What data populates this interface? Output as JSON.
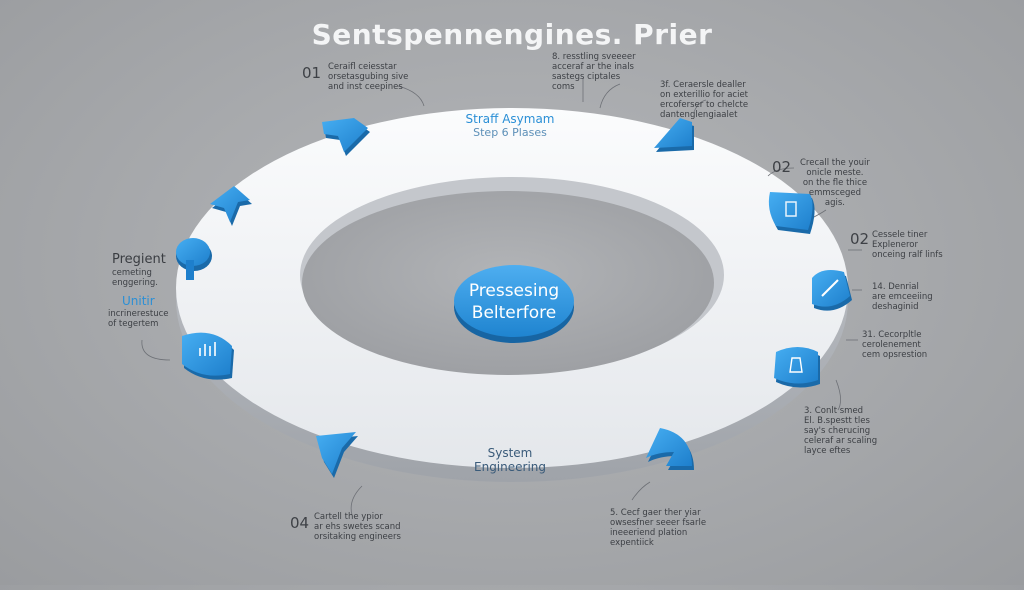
{
  "title": "Sentspennengines. Prier",
  "center": {
    "line1": "Pressesing",
    "line2": "Belterfore"
  },
  "ring_top": {
    "line1": "Straff Asymam",
    "line2": "Step 6 Plases"
  },
  "ring_bottom": {
    "line1": "System",
    "line2": "Engineering"
  },
  "left_block": {
    "heading": "Pregient",
    "sub": "cemeting\nenggering.",
    "heading2": "Unitir",
    "sub2": "incrinerestuce\nof tegertem"
  },
  "notes": [
    {
      "id": "n01",
      "num": "01",
      "text": "Ceraifl ceiesstar\norsetasgubing sive\nand inst ceepines"
    },
    {
      "id": "nTop",
      "num": "",
      "text": "8. resstling sveeeer\nacceraf ar the inals\nsastegs ciptales\ncoms"
    },
    {
      "id": "nTR",
      "num": "",
      "text": "3f. Ceraersle dealler\non exterillio for aciet\nercoferser to chelcte\ndantenglengiaalet"
    },
    {
      "id": "n02a",
      "num": "02",
      "text": "Crecall the youir\nonicle meste.\non the fle thice\nemmsceged\nagis."
    },
    {
      "id": "n02b",
      "num": "02",
      "text": "Cessele tiner\nExpleneror\nonceing ralf linfs"
    },
    {
      "id": "n14",
      "num": "",
      "text": "14. Denrial\nare emceeiing\ndeshaginid"
    },
    {
      "id": "n31",
      "num": "",
      "text": "31. Cecorpltle\ncerolenement\ncem opsrestion"
    },
    {
      "id": "n3",
      "num": "",
      "text": "3. Conlt smed\nEl. B.spestt tles\nsay's cherucing\nceleraf ar scaling\nlayce eftes"
    },
    {
      "id": "n04",
      "num": "04",
      "text": "Cartell the ypior\nar ehs swetes scand\norsitaking engineers"
    },
    {
      "id": "n5",
      "num": "",
      "text": "5. Cecf gaer ther yiar\nowsesfner seeer fsarle\nineeeriend plation\nexpentiick"
    }
  ],
  "icons": [
    "arrow-icon",
    "arrow-icon",
    "arrow-icon",
    "pin-icon",
    "arrow-icon",
    "chart-icon",
    "document-icon",
    "pen-icon",
    "flask-icon",
    "arrow-icon"
  ],
  "colors": {
    "accent": "#2a8fd6",
    "accent_dark": "#1a6fb0",
    "ring": "#eef0f3",
    "background": "#a6a8ab"
  }
}
